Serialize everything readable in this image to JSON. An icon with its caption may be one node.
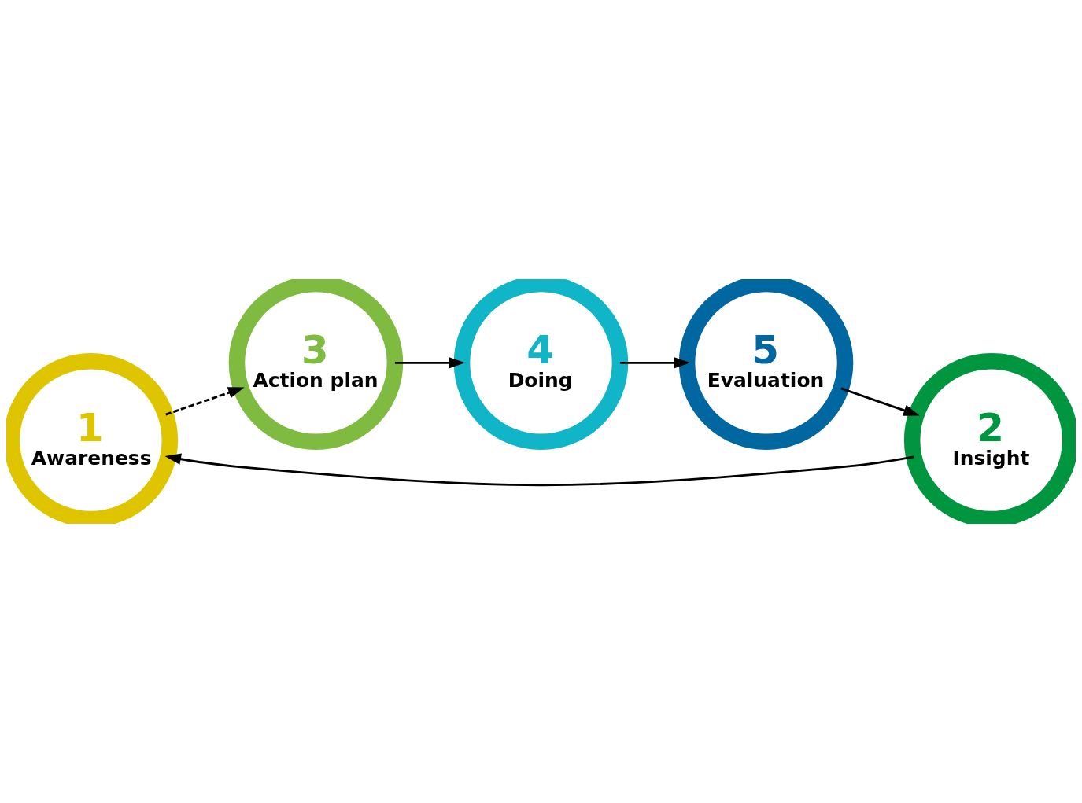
{
  "diagram": {
    "nodes": [
      {
        "text": [
          "1",
          "Awareness"
        ]
      },
      {
        "text": [
          "2",
          "Insight"
        ]
      },
      {
        "text": [
          "3",
          "Action plan"
        ]
      },
      {
        "text": [
          "4",
          "Doing"
        ]
      },
      {
        "text": [
          "5",
          "Evaluation"
        ]
      }
    ],
    "edges": [
      {
        "from": 0,
        "to": 2,
        "arrow": "to",
        "style": "dashed"
      },
      {
        "from": 1,
        "to": 0,
        "arrow": "to"
      },
      {
        "from": 2,
        "to": 3,
        "arrow": "to"
      },
      {
        "from": 3,
        "to": 4,
        "arrow": "to"
      },
      {
        "from": 4,
        "to": 1,
        "arrow": "to"
      }
    ]
  }
}
